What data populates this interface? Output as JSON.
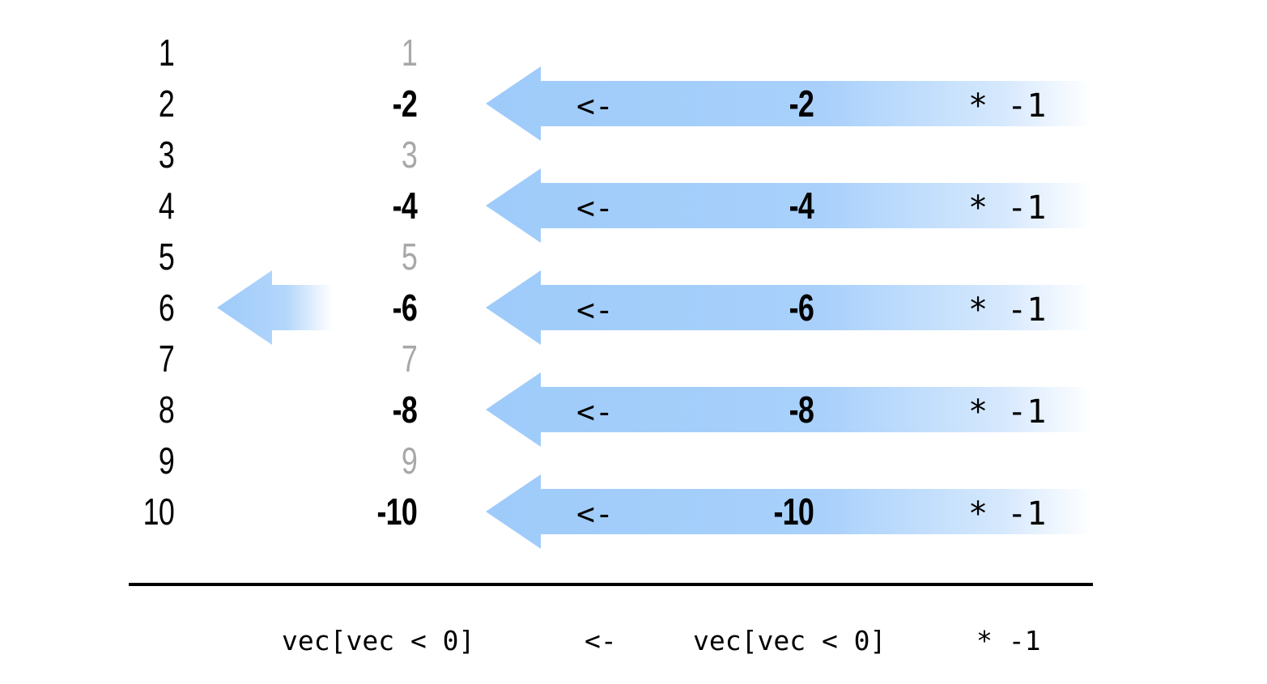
{
  "index_column": [
    "1",
    "2",
    "3",
    "4",
    "5",
    "6",
    "7",
    "8",
    "9",
    "10"
  ],
  "value_column": [
    {
      "text": "1",
      "negative": false
    },
    {
      "text": "-2",
      "negative": true
    },
    {
      "text": "3",
      "negative": false
    },
    {
      "text": "-4",
      "negative": true
    },
    {
      "text": "5",
      "negative": false
    },
    {
      "text": "-6",
      "negative": true
    },
    {
      "text": "7",
      "negative": false
    },
    {
      "text": "-8",
      "negative": true
    },
    {
      "text": "9",
      "negative": false
    },
    {
      "text": "-10",
      "negative": true
    }
  ],
  "assignments": [
    {
      "operator": "<-",
      "value": "-2",
      "multiplier": "* -1"
    },
    {
      "operator": "<-",
      "value": "-4",
      "multiplier": "* -1"
    },
    {
      "operator": "<-",
      "value": "-6",
      "multiplier": "* -1"
    },
    {
      "operator": "<-",
      "value": "-8",
      "multiplier": "* -1"
    },
    {
      "operator": "<-",
      "value": "-10",
      "multiplier": "* -1"
    }
  ],
  "code": {
    "lhs": "vec[vec < 0]",
    "operator": "<-",
    "rhs": "vec[vec < 0]",
    "multiplier": "* -1"
  },
  "colors": {
    "arrow": "#9ecbfa",
    "negative_text": "#000000",
    "positive_text": "#a8a8a8"
  }
}
